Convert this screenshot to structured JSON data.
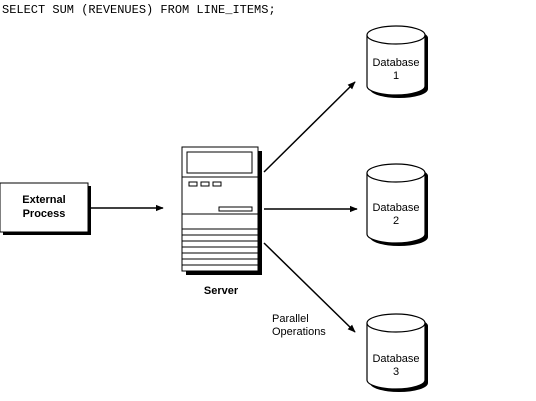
{
  "sql_query": "SELECT SUM (REVENUES) FROM LINE_ITEMS;",
  "external_process": {
    "line1": "External",
    "line2": "Process"
  },
  "server": {
    "label": "Server"
  },
  "parallel_operations": {
    "line1": "Parallel",
    "line2": "Operations"
  },
  "databases": [
    {
      "name": "Database",
      "number": "1"
    },
    {
      "name": "Database",
      "number": "2"
    },
    {
      "name": "Database",
      "number": "3"
    }
  ]
}
